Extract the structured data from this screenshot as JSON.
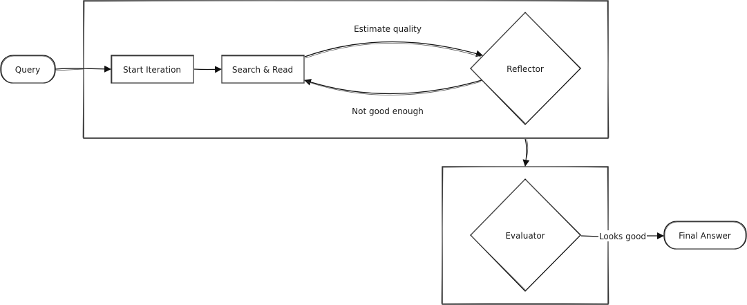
{
  "diagram": {
    "type": "flowchart",
    "style": "sketch",
    "nodes": {
      "query": {
        "label": "Query",
        "shape": "rounded"
      },
      "start_iteration": {
        "label": "Start Iteration",
        "shape": "rectangle"
      },
      "search_read": {
        "label": "Search & Read",
        "shape": "rectangle"
      },
      "reflector": {
        "label": "Reflector",
        "shape": "diamond"
      },
      "evaluator": {
        "label": "Evaluator",
        "shape": "diamond"
      },
      "final_answer": {
        "label": "Final Answer",
        "shape": "rounded"
      }
    },
    "groups": {
      "iteration_loop": {
        "contains": [
          "start_iteration",
          "search_read",
          "reflector"
        ]
      },
      "evaluation": {
        "contains": [
          "evaluator"
        ]
      }
    },
    "edges": {
      "query_to_start": {
        "from": "query",
        "to": "start_iteration",
        "label": ""
      },
      "start_to_search": {
        "from": "start_iteration",
        "to": "search_read",
        "label": ""
      },
      "search_to_reflector": {
        "from": "search_read",
        "to": "reflector",
        "label": "Estimate quality"
      },
      "reflector_to_search": {
        "from": "reflector",
        "to": "search_read",
        "label": "Not good enough"
      },
      "loop_to_evaluation": {
        "from": "iteration_loop",
        "to": "evaluation",
        "label": ""
      },
      "evaluator_to_final": {
        "from": "evaluator",
        "to": "final_answer",
        "label": "Looks good"
      }
    }
  }
}
